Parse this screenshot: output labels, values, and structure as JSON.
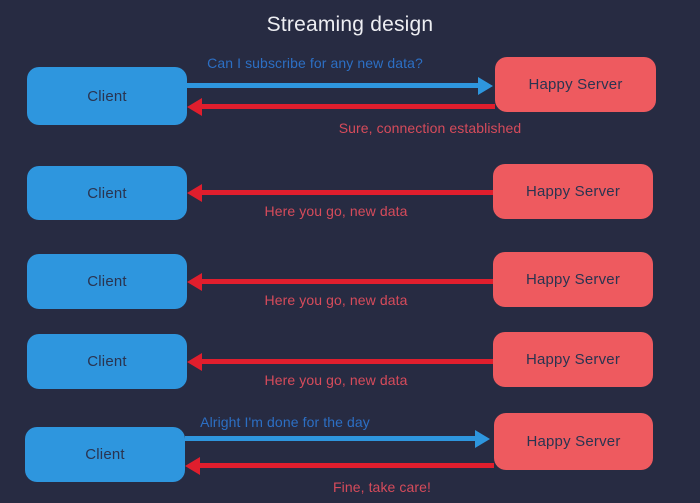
{
  "title": "Streaming design",
  "colors": {
    "background": "#272B42",
    "title_text": "#EDEEF2",
    "client_box": "#2E96DE",
    "server_box": "#EE5A5F",
    "box_text": "#2A3450",
    "blue_arrow": "#2E96DE",
    "red_arrow": "#E01E2D",
    "blue_label": "#2C6FC4",
    "red_label": "#D64B5B"
  },
  "rows": [
    {
      "client_label": "Client",
      "server_label": "Happy Server",
      "request": {
        "text": "Can I subscribe for any new data?",
        "from": "client",
        "to": "server"
      },
      "response": {
        "text": "Sure, connection established",
        "from": "server",
        "to": "client"
      }
    },
    {
      "client_label": "Client",
      "server_label": "Happy Server",
      "response": {
        "text": "Here you go, new data",
        "from": "server",
        "to": "client"
      }
    },
    {
      "client_label": "Client",
      "server_label": "Happy Server",
      "response": {
        "text": "Here you go, new data",
        "from": "server",
        "to": "client"
      }
    },
    {
      "client_label": "Client",
      "server_label": "Happy Server",
      "response": {
        "text": "Here you go, new data",
        "from": "server",
        "to": "client"
      }
    },
    {
      "client_label": "Client",
      "server_label": "Happy Server",
      "request": {
        "text": "Alright I'm done for the day",
        "from": "client",
        "to": "server"
      },
      "response": {
        "text": "Fine, take care!",
        "from": "server",
        "to": "client"
      }
    }
  ]
}
